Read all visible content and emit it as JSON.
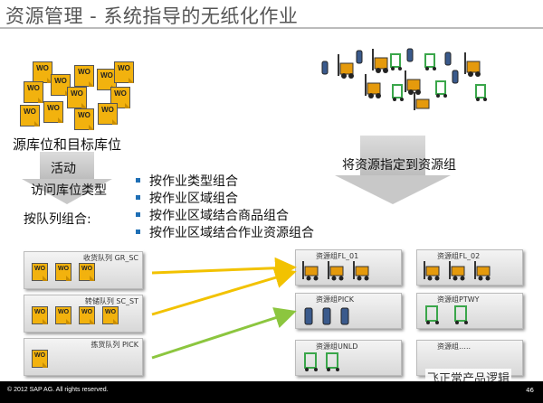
{
  "title": "资源管理 - 系统指导的无纸化作业",
  "wo_label": "WO",
  "labels": {
    "source_target": "源库位和目标库位",
    "activity": "活动",
    "access_bin_type": "访问库位类型",
    "assign_resource": "将资源指定到资源组",
    "by_queue": "按队列组合:"
  },
  "bullets": [
    "按作业类型组合",
    "按作业区域组合",
    "按作业区域结合商品组合",
    "按作业区域结合作业资源组合"
  ],
  "queues": [
    {
      "name": "收货队列 GR_SC"
    },
    {
      "name": "转储队列 SC_ST"
    },
    {
      "name": "拣货队列 PICK"
    }
  ],
  "resource_groups": [
    {
      "name": "资源组FL_01"
    },
    {
      "name": "资源组PICK"
    },
    {
      "name": "资源组UNLD"
    },
    {
      "name": "资源组FL_02"
    },
    {
      "name": "资源组PTWY"
    },
    {
      "name": "资源组….."
    }
  ],
  "footer": {
    "copyright": "© 2012 SAP AG. All rights reserved.",
    "page": "46"
  },
  "watermark": "飞正常产品逻辑",
  "colors": {
    "wo": "#f2b20e",
    "arrow_yellow": "#f2c200",
    "arrow_green": "#8cc63f",
    "bullet": "#1f6fb5"
  }
}
